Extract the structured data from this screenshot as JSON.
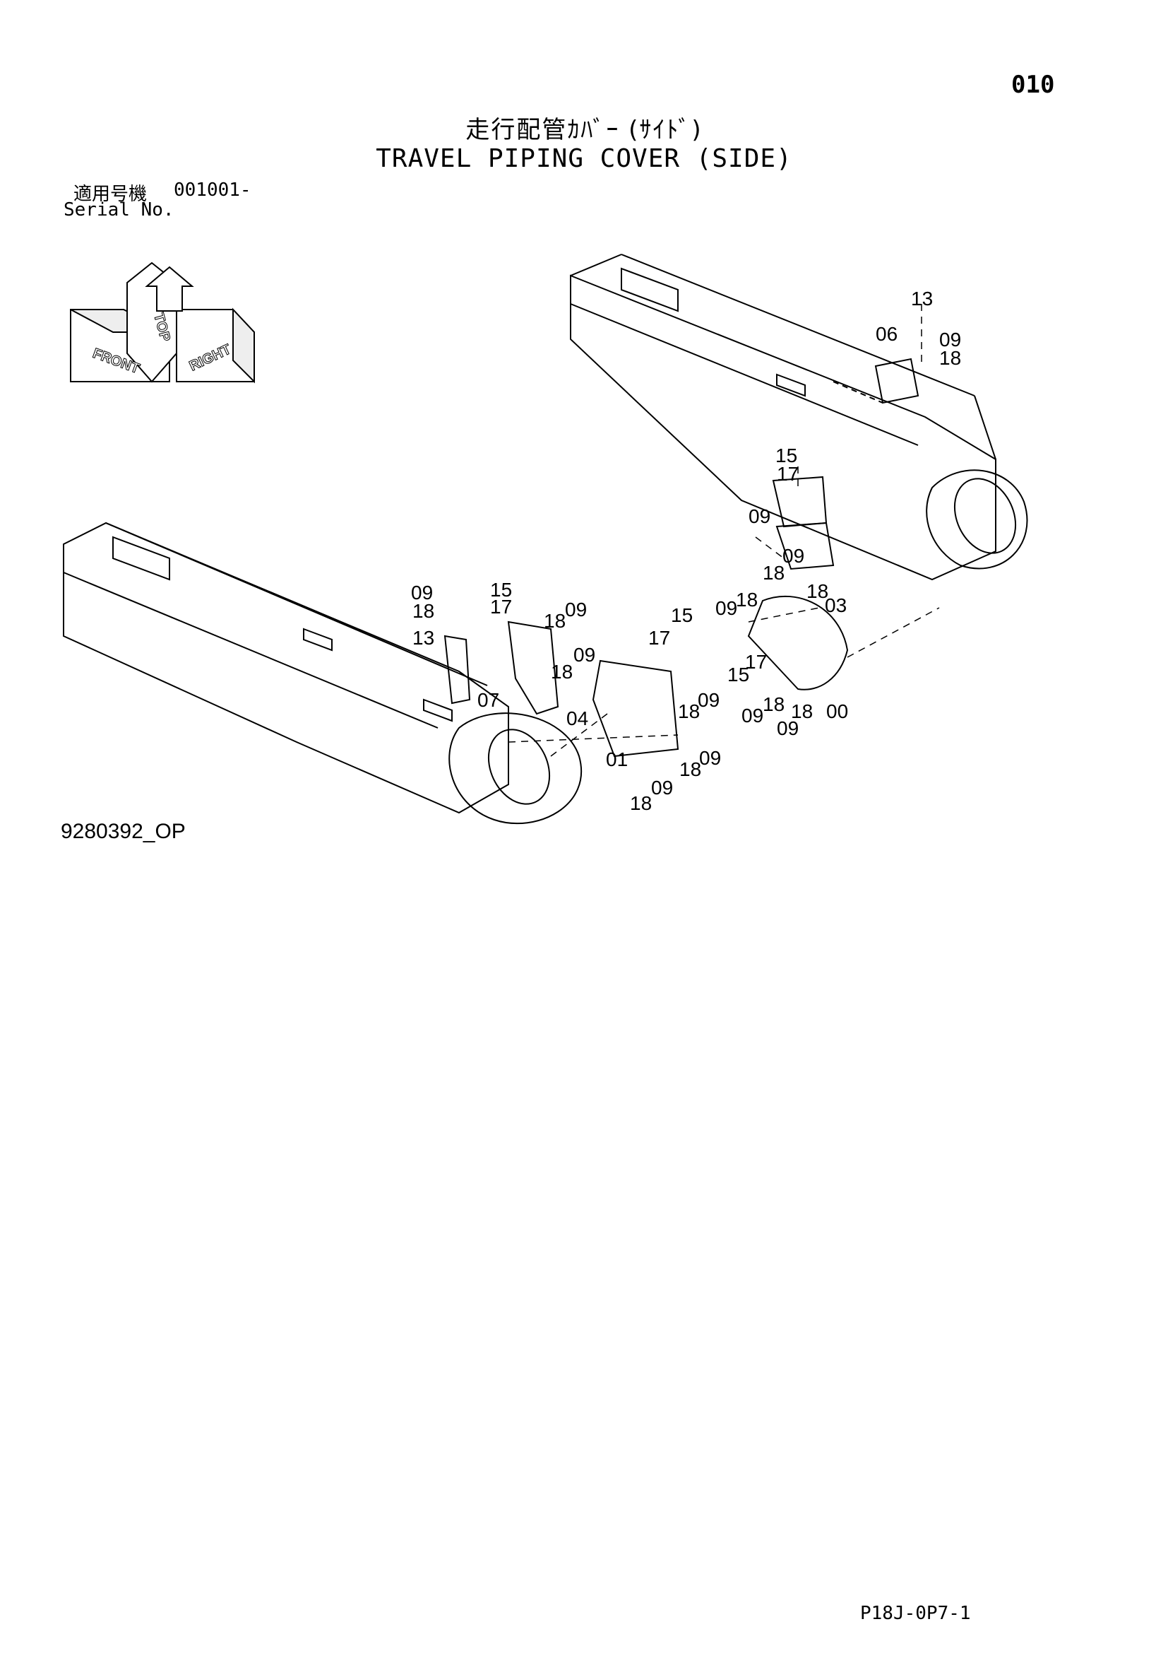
{
  "header": {
    "page_number": "010",
    "title_jp": "走行配管ｶﾊﾞｰ (ｻｲﾄﾞ)",
    "title_en": "TRAVEL PIPING COVER (SIDE)",
    "serial_label_jp": "適用号機",
    "serial_code": "001001-",
    "serial_label_en": "Serial No."
  },
  "orientation": {
    "top": "TOP",
    "front": "FRONT",
    "right": "RIGHT"
  },
  "callouts": {
    "c00": "00",
    "c01": "01",
    "c03": "03",
    "c04": "04",
    "c06": "06",
    "c07": "07",
    "c09": "09",
    "c13": "13",
    "c15": "15",
    "c17": "17",
    "c18": "18"
  },
  "footer": {
    "drawing_code": "9280392_OP",
    "page_code": "P18J-0P7-1"
  }
}
